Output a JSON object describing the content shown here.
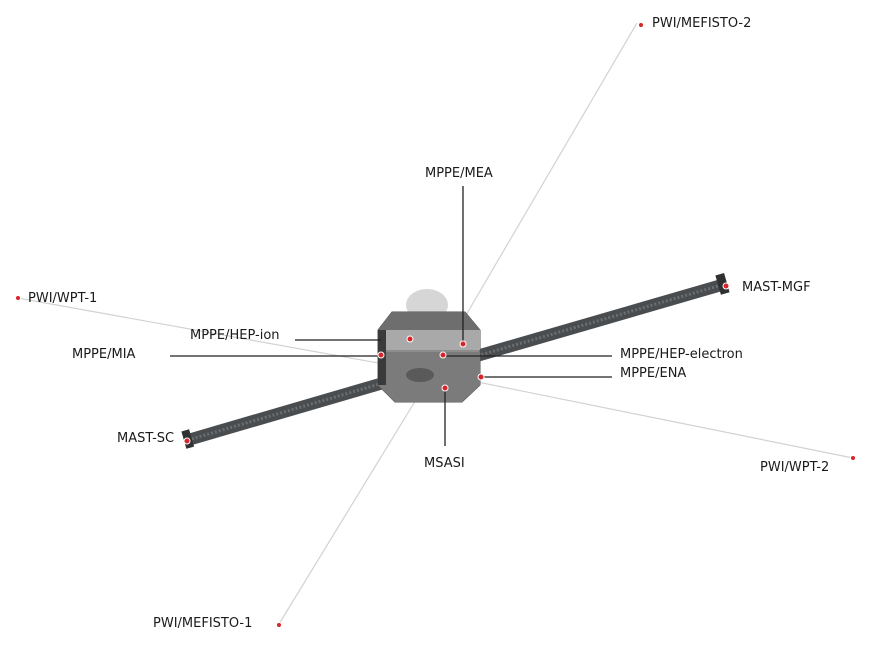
{
  "labels": {
    "mefisto2": "PWI/MEFISTO-2",
    "mea": "MPPE/MEA",
    "wpt1": "PWI/WPT-1",
    "mgf": "MAST-MGF",
    "hep_ion": "MPPE/HEP-ion",
    "mia": "MPPE/MIA",
    "hep_electron": "MPPE/HEP-electron",
    "ena": "MPPE/ENA",
    "sc": "MAST-SC",
    "msasi": "MSASI",
    "wpt2": "PWI/WPT-2",
    "mefisto1": "PWI/MEFISTO-1"
  },
  "colors": {
    "marker": "#d8232a",
    "boom": "#4a4d50",
    "body": "#8a8a8a",
    "leader": "#222222",
    "antenna": "#cfcfcf"
  }
}
